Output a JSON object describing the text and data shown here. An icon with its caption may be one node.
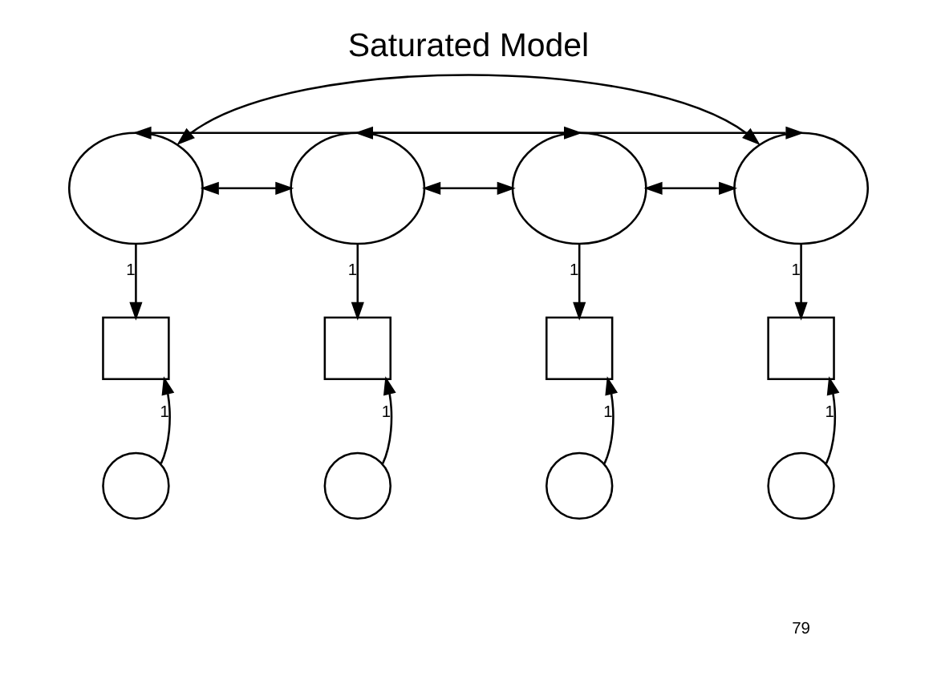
{
  "diagram": {
    "title": "Saturated Model",
    "nodes": [
      {
        "text": [],
        "shape": "ellipse"
      },
      {
        "text": [],
        "shape": "ellipse"
      },
      {
        "text": [],
        "shape": "ellipse"
      },
      {
        "text": [],
        "shape": "ellipse"
      },
      {
        "text": [],
        "shape": "box"
      },
      {
        "text": [],
        "shape": "box"
      },
      {
        "text": [],
        "shape": "box"
      },
      {
        "text": [],
        "shape": "box"
      },
      {
        "text": [],
        "shape": "circle"
      },
      {
        "text": [],
        "shape": "circle"
      },
      {
        "text": [],
        "shape": "circle"
      },
      {
        "text": [],
        "shape": "circle"
      }
    ],
    "edges": [
      {
        "from": 0,
        "to": 1,
        "arrow": "both"
      },
      {
        "from": 0,
        "to": 2,
        "arrow": "both"
      },
      {
        "from": 0,
        "to": 3,
        "arrow": "both"
      },
      {
        "from": 1,
        "to": 2,
        "arrow": "both"
      },
      {
        "from": 1,
        "to": 3,
        "arrow": "both"
      },
      {
        "from": 2,
        "to": 3,
        "arrow": "both"
      },
      {
        "from": 0,
        "to": 4,
        "arrow": "to",
        "label": "1"
      },
      {
        "from": 1,
        "to": 5,
        "arrow": "to",
        "label": "1"
      },
      {
        "from": 2,
        "to": 6,
        "arrow": "to",
        "label": "1"
      },
      {
        "from": 3,
        "to": 7,
        "arrow": "to",
        "label": "1"
      },
      {
        "from": 8,
        "to": 4,
        "arrow": "to",
        "label": "1"
      },
      {
        "from": 9,
        "to": 5,
        "arrow": "to",
        "label": "1"
      },
      {
        "from": 10,
        "to": 6,
        "arrow": "to",
        "label": "1"
      },
      {
        "from": 11,
        "to": 7,
        "arrow": "to",
        "label": "1"
      }
    ],
    "labels": [
      "79"
    ]
  }
}
